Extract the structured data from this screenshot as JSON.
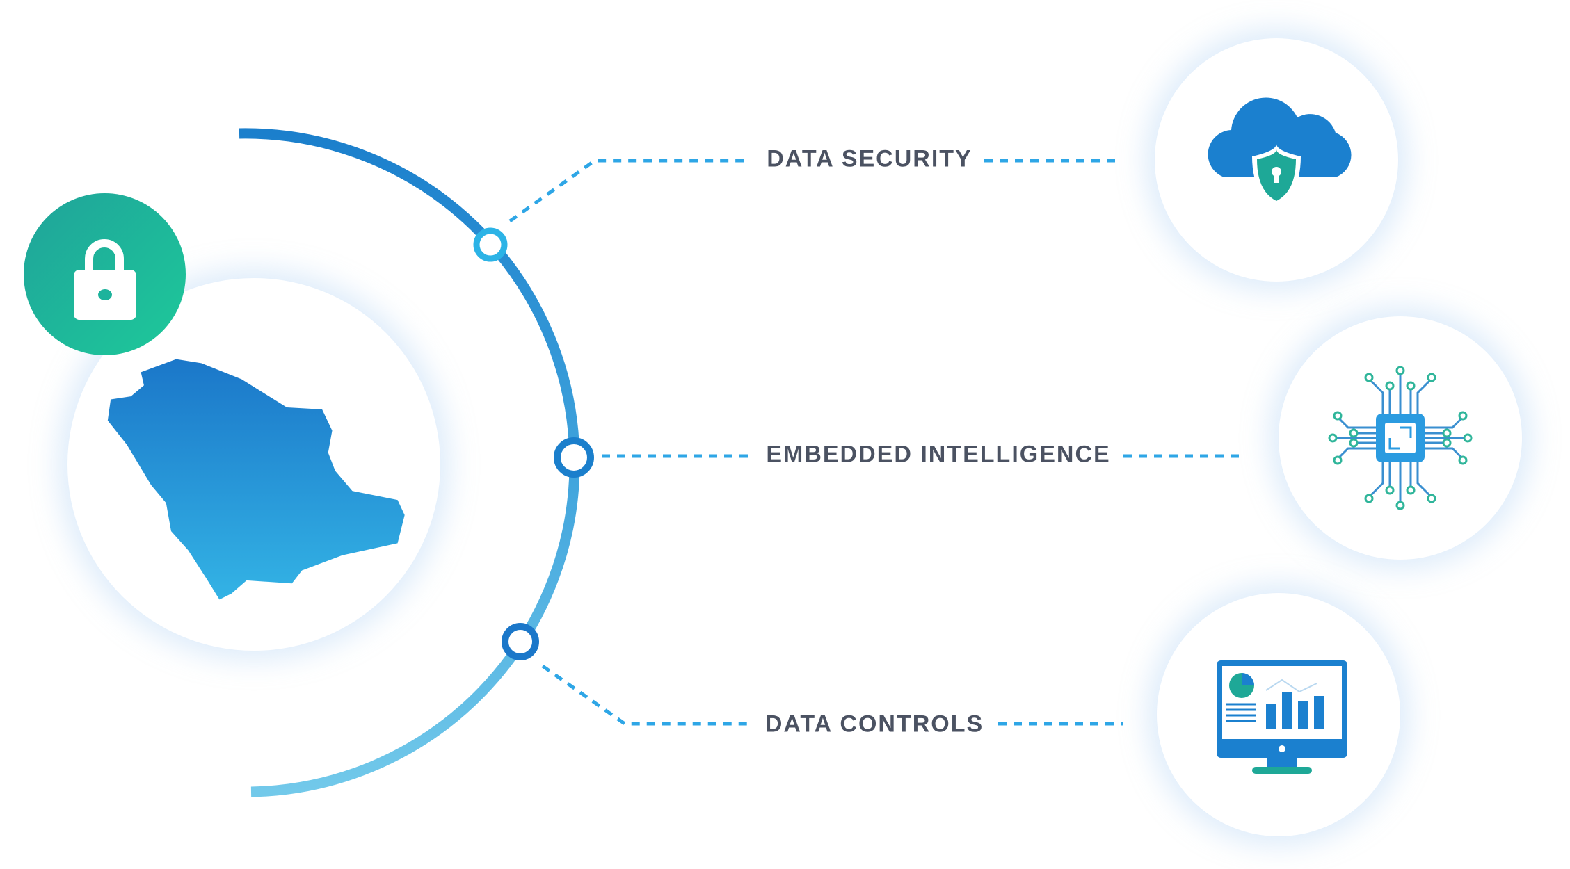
{
  "labels": {
    "security": "DATA SECURITY",
    "intelligence": "EMBEDDED INTELLIGENCE",
    "controls": "DATA CONTROLS"
  },
  "icons": {
    "badge": "lock-icon",
    "center": "saudi-arabia-map",
    "security": "cloud-shield-icon",
    "intelligence": "chip-circuit-icon",
    "controls": "monitor-dashboard-icon"
  },
  "colors": {
    "primary_blue": "#1b7fcc",
    "light_blue": "#6cc6ea",
    "teal": "#1db8a0",
    "text": "#4b5262"
  }
}
